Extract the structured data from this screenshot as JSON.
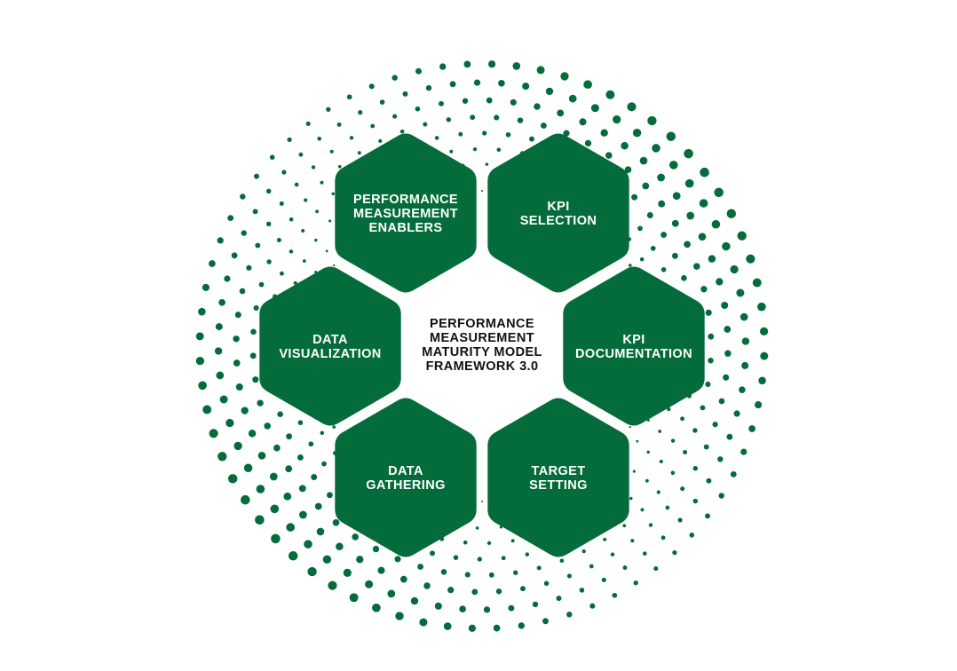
{
  "diagram": {
    "colors": {
      "hexagon": "#046C3A",
      "dots": "#046C3A",
      "center_text": "#111111",
      "hex_text": "#ffffff",
      "background": "#ffffff"
    },
    "center": {
      "lines": [
        "PERFORMANCE",
        "MEASUREMENT",
        "MATURITY MODEL",
        "FRAMEWORK 3.0"
      ]
    },
    "hexagons": [
      {
        "id": "performance-measurement-enablers",
        "lines": [
          "PERFORMANCE",
          "MEASUREMENT",
          "ENABLERS"
        ]
      },
      {
        "id": "kpi-selection",
        "lines": [
          "KPI",
          "SELECTION"
        ]
      },
      {
        "id": "kpi-documentation",
        "lines": [
          "KPI",
          "DOCUMENTATION"
        ]
      },
      {
        "id": "target-setting",
        "lines": [
          "TARGET",
          "SETTING"
        ]
      },
      {
        "id": "data-gathering",
        "lines": [
          "DATA",
          "GATHERING"
        ]
      },
      {
        "id": "data-visualization",
        "lines": [
          "DATA",
          "VISUALIZATION"
        ]
      }
    ]
  }
}
